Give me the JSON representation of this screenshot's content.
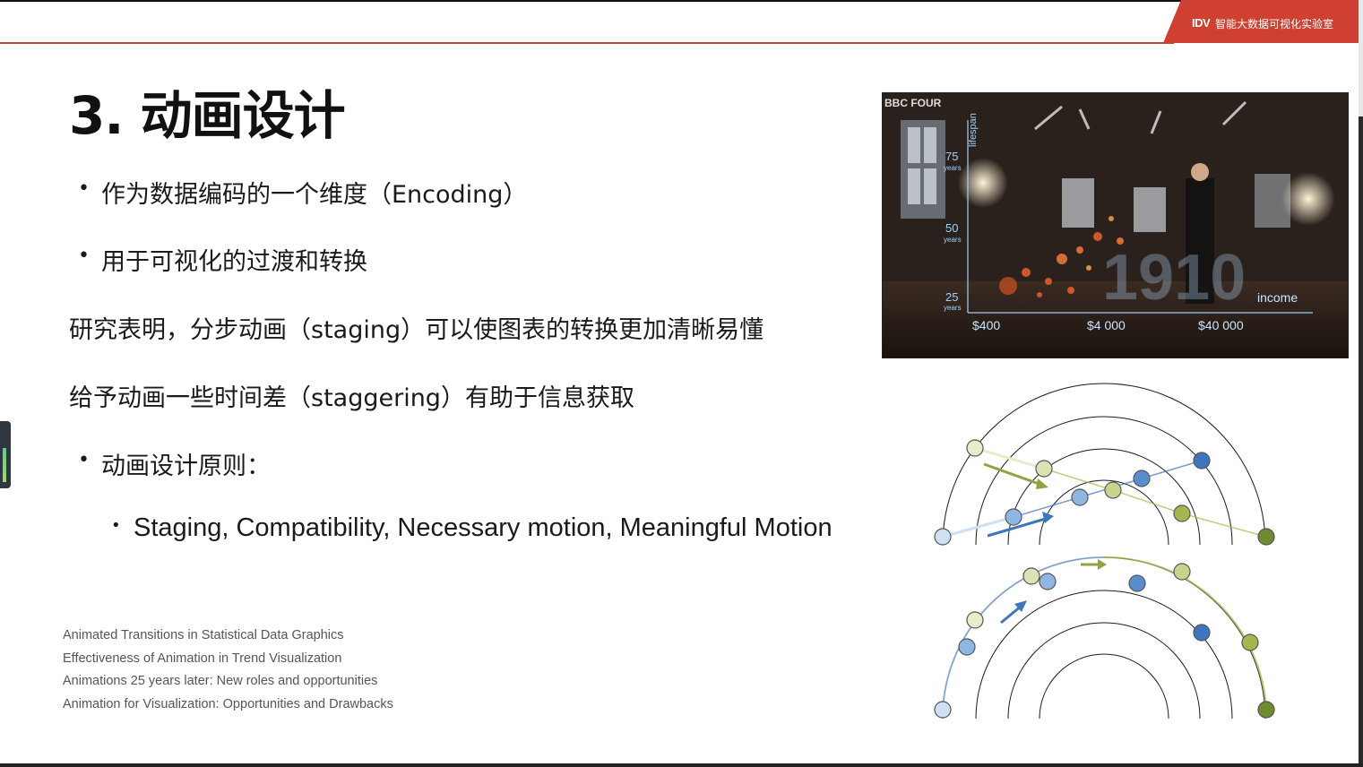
{
  "header": {
    "logo_text": "IDV",
    "lab_name": "智能大数据可视化实验室",
    "brand_color": "#cf4030"
  },
  "slide": {
    "title": "3. 动画设计",
    "bullets": [
      "作为数据编码的一个维度（Encoding）",
      "用于可视化的过渡和转换"
    ],
    "paragraphs": [
      "研究表明，分步动画（staging）可以使图表的转换更加清晰易懂",
      "给予动画一些时间差（staggering）有助于信息获取"
    ],
    "principles_heading": "动画设计原则：",
    "principles_item": "Staging, Compatibility, Necessary motion, Meaningful Motion"
  },
  "references": [
    "Animated Transitions in Statistical Data Graphics",
    "Effectiveness of Animation in Trend Visualization",
    "Animations 25 years later: New roles and opportunities",
    "Animation for Visualization: Opportunities and Drawbacks"
  ],
  "video": {
    "channel_logo": "BBC FOUR",
    "y_axis_label": "lifespan",
    "y_ticks": [
      "75",
      "50",
      "25"
    ],
    "y_tick_unit": "years",
    "x_ticks": [
      "$400",
      "$4 000",
      "$40 000"
    ],
    "x_axis_label": "income",
    "year_watermark": "1910"
  },
  "colors": {
    "light_blue": "#cfe0f3",
    "mid_blue": "#8fb6e3",
    "dark_blue": "#3e75bd",
    "pale_green": "#e7ecc9",
    "mid_green": "#a4b64e",
    "dark_green": "#6e8b2f"
  }
}
